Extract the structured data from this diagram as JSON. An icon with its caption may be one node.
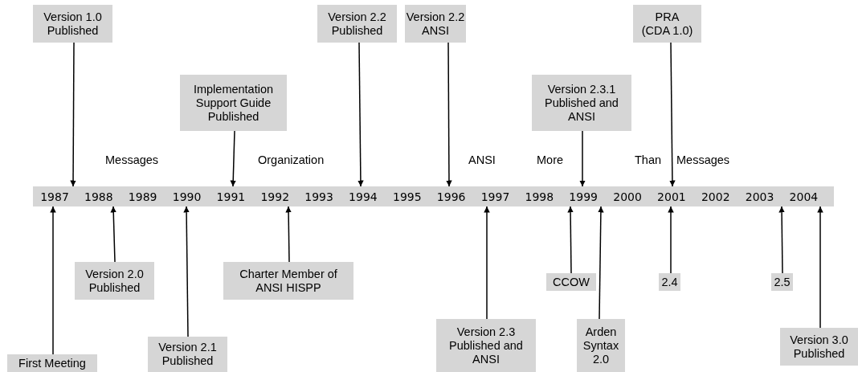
{
  "diagram": {
    "nodes": [
      {
        "text": [
          "Version 1.0 Published"
        ]
      },
      {
        "text": [
          "Implementation Support Guide Published"
        ]
      },
      {
        "text": [
          "Version 2.2 Published"
        ]
      },
      {
        "text": [
          "Version 2.2 ANSI"
        ]
      },
      {
        "text": [
          "Version 2.3.1 Published and ANSI"
        ]
      },
      {
        "text": [
          "PRA (CDA 1.0)"
        ]
      },
      {
        "text": [],
        "shape": "bar"
      },
      {
        "text": [
          "1987"
        ],
        "in": 6
      },
      {
        "text": [
          "1988"
        ],
        "in": 6
      },
      {
        "text": [
          "1989"
        ],
        "in": 6
      },
      {
        "text": [
          "1990"
        ],
        "in": 6
      },
      {
        "text": [
          "1991"
        ],
        "in": 6
      },
      {
        "text": [
          "1992"
        ],
        "in": 6
      },
      {
        "text": [
          "1993"
        ],
        "in": 6
      },
      {
        "text": [
          "1994"
        ],
        "in": 6
      },
      {
        "text": [
          "1995"
        ],
        "in": 6
      },
      {
        "text": [
          "1996"
        ],
        "in": 6
      },
      {
        "text": [
          "1997"
        ],
        "in": 6
      },
      {
        "text": [
          "1998"
        ],
        "in": 6
      },
      {
        "text": [
          "1999"
        ],
        "in": 6
      },
      {
        "text": [
          "2000"
        ],
        "in": 6
      },
      {
        "text": [
          "2001"
        ],
        "in": 6
      },
      {
        "text": [
          "2002"
        ],
        "in": 6
      },
      {
        "text": [
          "2003"
        ],
        "in": 6
      },
      {
        "text": [
          "2004"
        ],
        "in": 6
      },
      {
        "text": [
          "First Meeting"
        ]
      },
      {
        "text": [
          "Version 2.0 Published"
        ]
      },
      {
        "text": [
          "Version 2.1 Published"
        ]
      },
      {
        "text": [
          "Charter Member of ANSI HISPP"
        ]
      },
      {
        "text": [
          "Version 2.3 Published and ANSI"
        ]
      },
      {
        "text": [
          "CCOW"
        ]
      },
      {
        "text": [
          "Arden Syntax 2.0"
        ]
      },
      {
        "text": [
          "2.4"
        ]
      },
      {
        "text": [
          "2.5"
        ]
      },
      {
        "text": [
          "Version 3.0 Published"
        ]
      }
    ],
    "edges": [
      {
        "from": 0,
        "to": 7,
        "arrow": "to"
      },
      {
        "from": 1,
        "to": 11,
        "arrow": "to"
      },
      {
        "from": 2,
        "to": 14,
        "arrow": "to"
      },
      {
        "from": 3,
        "to": 16,
        "arrow": "to"
      },
      {
        "from": 4,
        "to": 19,
        "arrow": "to"
      },
      {
        "from": 5,
        "to": 21,
        "arrow": "to"
      },
      {
        "from": 25,
        "to": 7,
        "arrow": "to"
      },
      {
        "from": 26,
        "to": 8,
        "arrow": "to"
      },
      {
        "from": 27,
        "to": 10,
        "arrow": "to"
      },
      {
        "from": 28,
        "to": 12,
        "arrow": "to"
      },
      {
        "from": 29,
        "to": 17,
        "arrow": "to"
      },
      {
        "from": 30,
        "to": 19,
        "arrow": "to"
      },
      {
        "from": 31,
        "to": 19,
        "arrow": "to"
      },
      {
        "from": 32,
        "to": 21,
        "arrow": "to"
      },
      {
        "from": 33,
        "to": 23,
        "arrow": "to"
      },
      {
        "from": 34,
        "to": 24,
        "arrow": "to"
      }
    ],
    "labels": [
      "Messages",
      "Organization",
      "ANSI",
      "More",
      "Than",
      "Messages"
    ]
  }
}
